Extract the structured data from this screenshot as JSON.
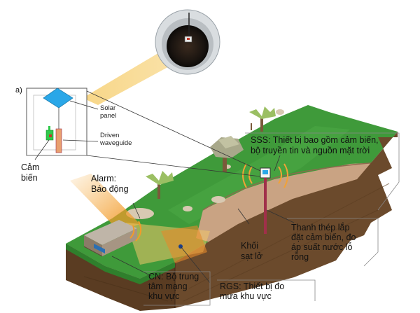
{
  "panel_label": "a)",
  "inset": {
    "solar_panel": "Solar\npanel",
    "driven_waveguide": "Driven\nwaveguide",
    "sensor": "Cảm\nbiến"
  },
  "labels": {
    "sss": "SSS: Thiết bị bao gồm cảm biến,\nbộ truyền tin và nguồn mặt trời",
    "alarm": "Alarm:\nBáo động",
    "steel_bar": "Thanh thép lắp\nđặt cảm biến, đo\náp suất nước lỗ\nrỗng",
    "landslide": "Khối\nsạt lở",
    "cn": "CN: Bộ trung\ntâm mạng\nkhu vực",
    "rgs": "RGS: Thiết bị đo\nmưa khu vực"
  },
  "colors": {
    "grass": "#3f9a3a",
    "grass_dark": "#2f7f2c",
    "soil_side": "#6b4a2c",
    "soil_front": "#5a3c22",
    "landslide": "#c9a383",
    "alarm_beam": "#f1b13a",
    "solar_panel": "#2aa7e8",
    "steel_bar": "#a0304a"
  }
}
